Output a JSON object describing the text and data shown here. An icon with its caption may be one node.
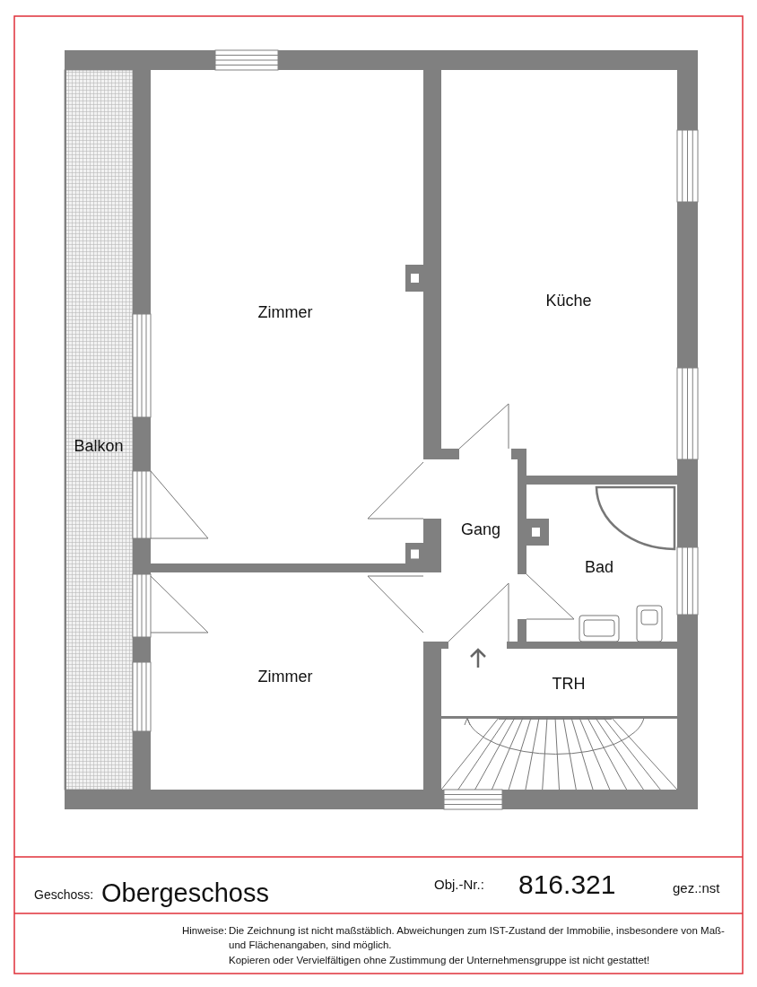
{
  "diagram": {
    "nodes": [
      {
        "text": [
          "Zimmer"
        ]
      },
      {
        "text": [
          "Küche"
        ]
      },
      {
        "text": [
          "Balkon"
        ]
      },
      {
        "text": [
          "Gang"
        ]
      },
      {
        "text": [
          "Bad"
        ]
      },
      {
        "text": [
          "Zimmer"
        ]
      },
      {
        "text": [
          "TRH"
        ]
      }
    ],
    "labels": [
      "Geschoss:",
      "Obergeschoss",
      "Obj.-Nr.:",
      "816.321",
      "gez.:nst",
      "Hinweise:",
      "Die Zeichnung ist nicht maßstäblich. Abweichungen zum IST-Zustand der Immobilie, insbesondere von Maß- und Flächenangaben, sind möglich.",
      "Kopieren oder Vervielfältigen ohne Zustimmung der Unternehmensgruppe ist nicht gestattet!"
    ]
  }
}
